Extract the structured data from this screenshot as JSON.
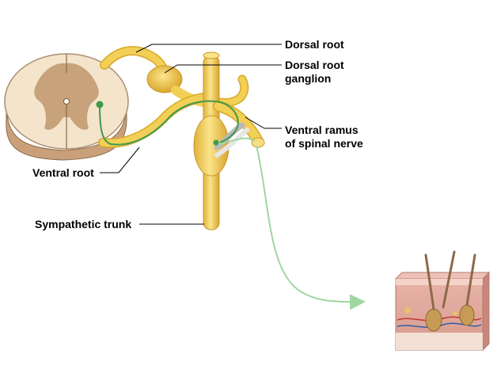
{
  "labels": {
    "dorsal_root": "Dorsal root",
    "dorsal_root_ganglion_line1": "Dorsal root",
    "dorsal_root_ganglion_line2": "ganglion",
    "ventral_ramus_line1": "Ventral ramus",
    "ventral_ramus_line2": "of spinal nerve",
    "ventral_root": "Ventral root",
    "sympathetic_trunk": "Sympathetic trunk"
  },
  "colors": {
    "nerve": "#f2cf55",
    "nerve_shade": "#d7a92c",
    "spinal_cord": "#f4e4cc",
    "gray_matter": "#c8a27a",
    "neuron_fiber": "#3f9a4a",
    "postganglionic_fiber": "#9fd79f",
    "gray_ramus": "#b9b9b9",
    "leader_line": "#000000"
  },
  "icons": {
    "spinal_cord": "spinal-cord-cross-section",
    "skin": "skin-tissue-block"
  }
}
